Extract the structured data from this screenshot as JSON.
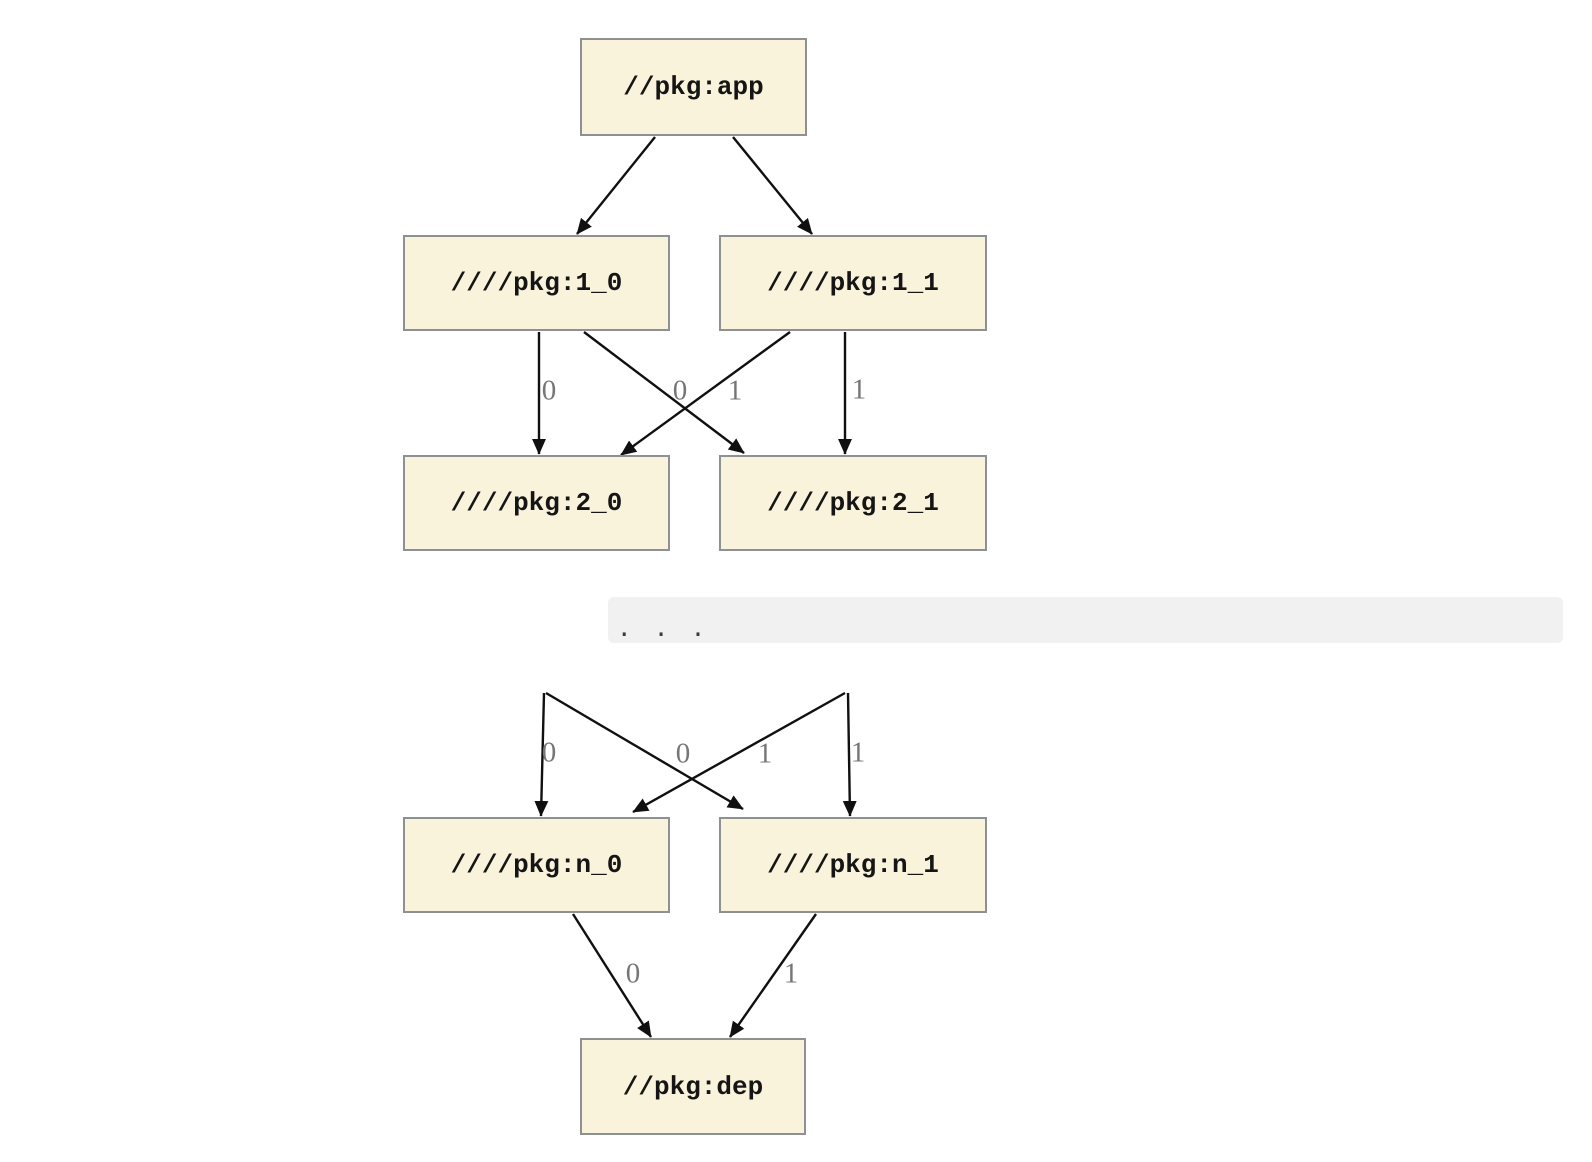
{
  "colors": {
    "node_fill": "#faf3dc",
    "node_border": "#8d9193",
    "edge": "#101010",
    "edge_label": "#767676",
    "ellipsis_bg": "#f1f1f1",
    "ellipsis_dots": "#3b3b3b"
  },
  "ellipsis": ". . .",
  "graph": {
    "type": "directed-dependency-graph",
    "nodes": {
      "app": {
        "label": "//pkg:app"
      },
      "l1_0": {
        "label": "////pkg:1_0"
      },
      "l1_1": {
        "label": "////pkg:1_1"
      },
      "l2_0": {
        "label": "////pkg:2_0"
      },
      "l2_1": {
        "label": "////pkg:2_1"
      },
      "ln_0": {
        "label": "////pkg:n_0"
      },
      "ln_1": {
        "label": "////pkg:n_1"
      },
      "dep": {
        "label": "//pkg:dep"
      }
    },
    "edges": [
      {
        "from": "app",
        "to": "l1_0",
        "label": ""
      },
      {
        "from": "app",
        "to": "l1_1",
        "label": ""
      },
      {
        "from": "l1_0",
        "to": "l2_0",
        "label": "0"
      },
      {
        "from": "l1_0",
        "to": "l2_1",
        "label": "1"
      },
      {
        "from": "l1_1",
        "to": "l2_0",
        "label": "0"
      },
      {
        "from": "l1_1",
        "to": "l2_1",
        "label": "1"
      },
      {
        "from": "",
        "to": "ln_0",
        "label": "0"
      },
      {
        "from": "",
        "to": "ln_1",
        "label": "1"
      },
      {
        "from": "",
        "to": "ln_0",
        "label": "0"
      },
      {
        "from": "",
        "to": "ln_1",
        "label": "1"
      },
      {
        "from": "ln_0",
        "to": "dep",
        "label": "0"
      },
      {
        "from": "ln_1",
        "to": "dep",
        "label": "1"
      }
    ]
  }
}
